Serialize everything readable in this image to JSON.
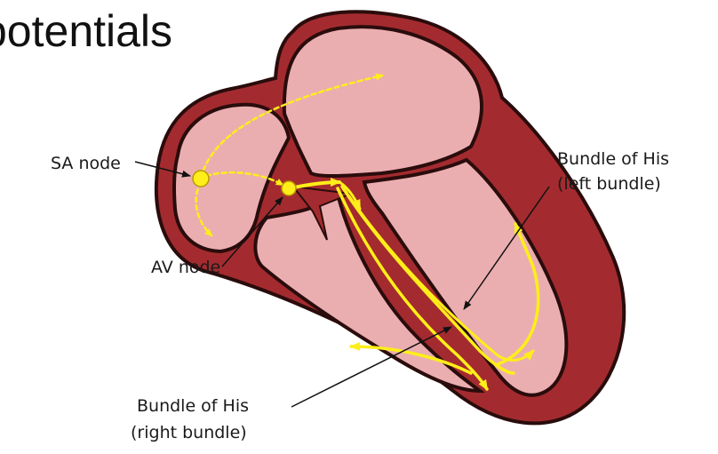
{
  "title": "potentials",
  "labels": {
    "sa_node": "SA node",
    "av_node": "AV node",
    "left_bundle_line1": "Bundle of His",
    "left_bundle_line2": "(left bundle)",
    "right_bundle_line1": "Bundle of His",
    "right_bundle_line2": "(right bundle)"
  },
  "colors": {
    "myocardium": "#a32b2f",
    "outline": "#2a0c0c",
    "chamber": "#ebaeb0",
    "conduction": "#ffee1a",
    "node": "#ffee1a",
    "node_outline": "#b89a00"
  }
}
